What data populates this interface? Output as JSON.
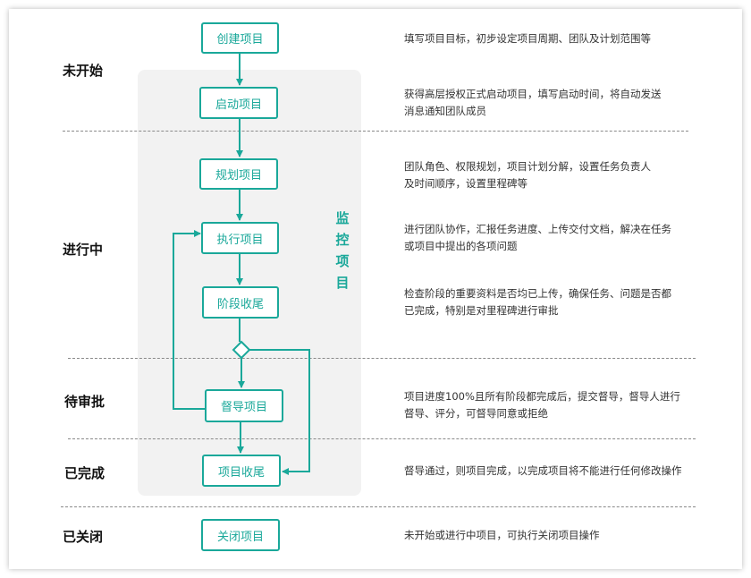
{
  "stages": {
    "not_started": "未开始",
    "in_progress": "进行中",
    "pending_review": "待审批",
    "completed": "已完成",
    "closed": "已关闭"
  },
  "monitor_label": "监控项目",
  "nodes": {
    "create": "创建项目",
    "start": "启动项目",
    "plan": "规划项目",
    "execute": "执行项目",
    "phase_close": "阶段收尾",
    "supervise": "督导项目",
    "project_close": "项目收尾",
    "close": "关闭项目"
  },
  "descriptions": {
    "create": [
      "填写项目目标，初步设定项目周期、团队及计划范围等"
    ],
    "start": [
      "获得高层授权正式启动项目，填写启动时间，将自动发送",
      "消息通知团队成员"
    ],
    "plan": [
      "团队角色、权限规划，项目计划分解，设置任务负责人",
      "及时间顺序，设置里程碑等"
    ],
    "execute": [
      "进行团队协作，汇报任务进度、上传交付文档，解决在任务",
      "或项目中提出的各项问题"
    ],
    "phase_close": [
      "检查阶段的重要资料是否均已上传，确保任务、问题是否都",
      "已完成，特别是对里程碑进行审批"
    ],
    "supervise": [
      "项目进度100%且所有阶段都完成后，提交督导，督导人进行",
      "督导、评分，可督导同意或拒绝"
    ],
    "project_close": [
      "督导通过，则项目完成，以完成项目将不能进行任何修改操作"
    ],
    "close": [
      "未开始或进行中项目，可执行关闭项目操作"
    ]
  },
  "colors": {
    "accent": "#1aa89a",
    "panel": "#f2f2f2",
    "divider": "#8a8a8a"
  }
}
